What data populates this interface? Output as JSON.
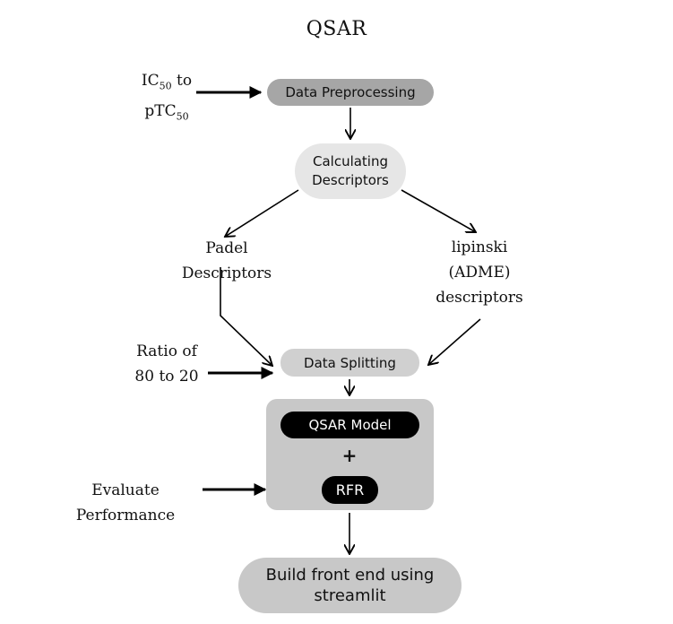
{
  "title": "QSAR",
  "nodes": {
    "preprocessing": "Data Preprocessing",
    "calculating": [
      "Calculating",
      "Descriptors"
    ],
    "splitting": "Data Splitting",
    "qsar_model": "QSAR Model",
    "plus": "+",
    "rfr": "RFR",
    "build": [
      "Build front end using",
      "streamlit"
    ]
  },
  "labels": {
    "ic50_line1": {
      "main": "IC",
      "sub": "50",
      "tail": " to"
    },
    "ic50_line2": {
      "main": "pTC",
      "sub": "50"
    },
    "padel": "Padel Descriptors",
    "lipinski": [
      "lipinski",
      "(ADME)",
      "descriptors"
    ],
    "ratio": [
      "Ratio of",
      "80 to 20"
    ],
    "evaluate": "Evaluate Performance"
  }
}
